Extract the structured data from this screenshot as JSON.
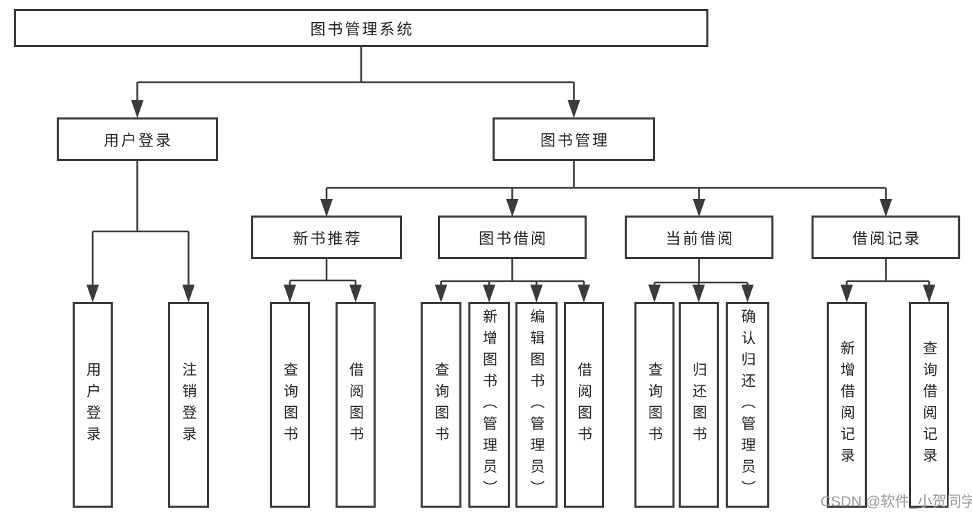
{
  "diagram_title": "图书管理系统",
  "tree": {
    "label": "图书管理系统",
    "children": [
      {
        "label": "用户登录",
        "children": [
          {
            "label": "用户登录"
          },
          {
            "label": "注销登录"
          }
        ]
      },
      {
        "label": "图书管理",
        "children": [
          {
            "label": "新书推荐",
            "children": [
              {
                "label": "查询图书"
              },
              {
                "label": "借阅图书"
              }
            ]
          },
          {
            "label": "图书借阅",
            "children": [
              {
                "label": "查询图书"
              },
              {
                "label": "新增图书（管理员）"
              },
              {
                "label": "编辑图书（管理员）"
              },
              {
                "label": "借阅图书"
              }
            ]
          },
          {
            "label": "当前借阅",
            "children": [
              {
                "label": "查询图书"
              },
              {
                "label": "归还图书"
              },
              {
                "label": "确认归还（管理员）"
              }
            ]
          },
          {
            "label": "借阅记录",
            "children": [
              {
                "label": "新增借阅记录"
              },
              {
                "label": "查询借阅记录"
              }
            ]
          }
        ]
      }
    ]
  },
  "watermark": {
    "text": "CSDN @软件_小贺同学"
  },
  "colors": {
    "line": "#3b3b3b",
    "text": "#242424",
    "watermark": "#9a9a9a",
    "background": "#ffffff"
  }
}
